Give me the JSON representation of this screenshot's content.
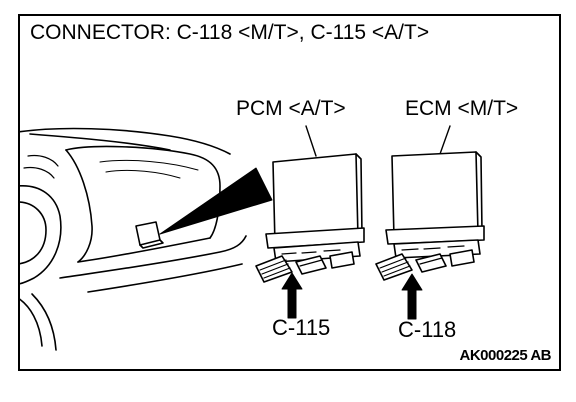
{
  "heading": "CONNECTOR: C-118 <M/T>, C-115 <A/T>",
  "modules": {
    "pcm_label": "PCM <A/T>",
    "ecm_label": "ECM <M/T>"
  },
  "connectors": {
    "c115_label": "C-115",
    "c118_label": "C-118"
  },
  "figure_id": "AK000225 AB",
  "colors": {
    "ink": "#000000",
    "paper": "#ffffff"
  }
}
